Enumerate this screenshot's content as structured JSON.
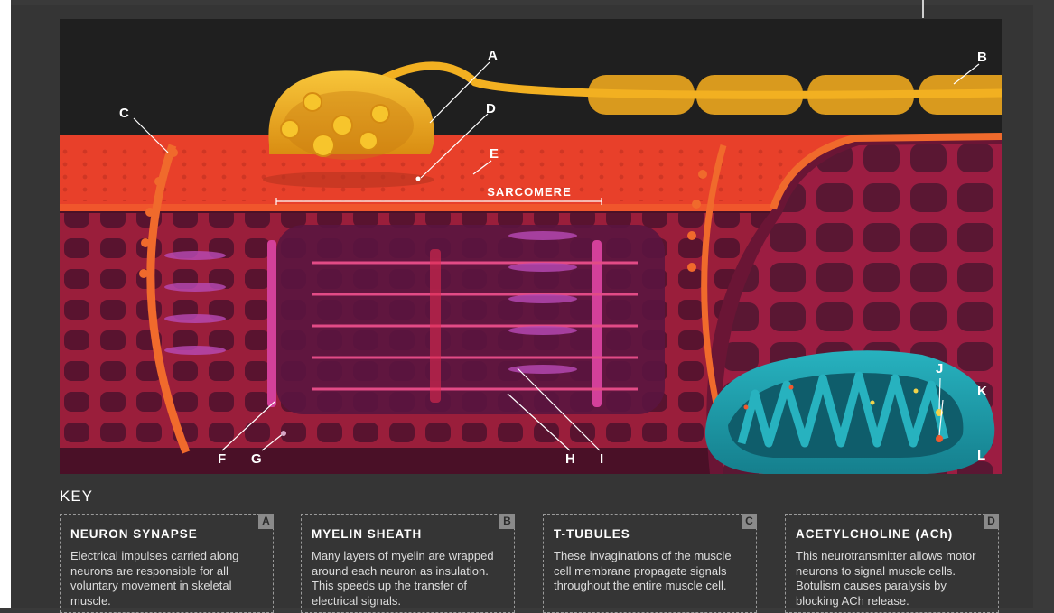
{
  "figure": {
    "labels": {
      "A": "A",
      "B": "B",
      "C": "C",
      "D": "D",
      "E": "E",
      "F": "F",
      "G": "G",
      "H": "H",
      "I": "I",
      "J": "J",
      "K": "K",
      "L": "L"
    },
    "sarcomere_label": "SARCOMERE"
  },
  "key": {
    "title": "KEY",
    "cards": [
      {
        "letter": "A",
        "title": "NEURON SYNAPSE",
        "text": "Electrical impulses carried along neurons are responsible for all voluntary movement in skeletal muscle."
      },
      {
        "letter": "B",
        "title": "MYELIN SHEATH",
        "text": "Many layers of myelin are wrapped around each neuron as insulation. This speeds up the transfer of electrical signals."
      },
      {
        "letter": "C",
        "title": "T-TUBULES",
        "text": "These invaginations of the muscle cell membrane propagate signals throughout the entire muscle cell."
      },
      {
        "letter": "D",
        "title": "ACETYLCHOLINE (ACh)",
        "text": "This neurotransmitter allows motor neurons to signal muscle cells. Botulism causes paralysis by blocking ACh release."
      }
    ]
  },
  "colors": {
    "background": "#353535",
    "sarcolemma": "#e8402a",
    "muscle_interior": "#6a1a3a",
    "neuron": "#f2b021",
    "mitochondrion": "#1c9aa8",
    "myofibril": "#c6348a"
  }
}
